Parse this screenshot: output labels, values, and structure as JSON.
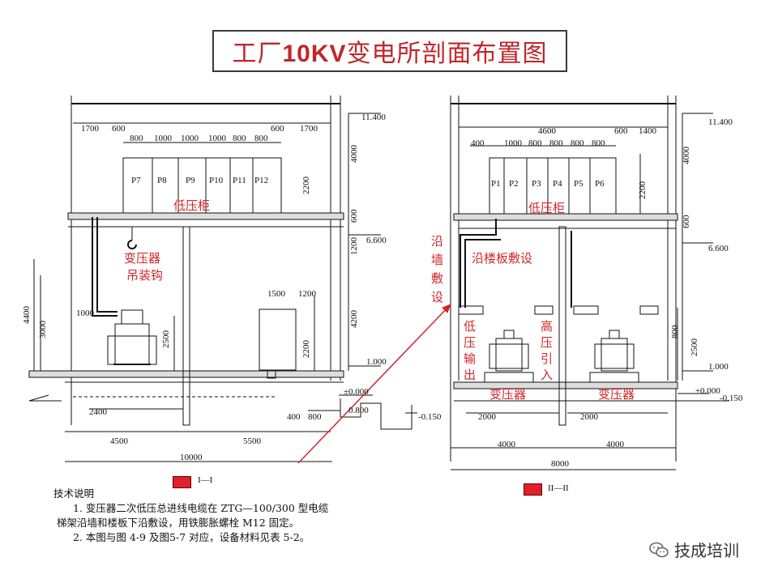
{
  "title": {
    "prefix": "工厂",
    "bold": "10KV",
    "suffix": "变电所剖面布置图"
  },
  "colors": {
    "accent_red": "#d2262a",
    "line": "#111111",
    "box_fill": "#e0202a"
  },
  "section1": {
    "label": "I—I",
    "cabinets": [
      "P7",
      "P8",
      "P9",
      "P10",
      "P11",
      "P12"
    ],
    "cabinet_label": "低压柜",
    "hook_label_1": "变压器",
    "hook_label_2": "吊装钩",
    "top_dims": [
      "1700",
      "600",
      "600",
      "1700"
    ],
    "cab_dims": [
      "800",
      "1000",
      "1000",
      "1000",
      "800",
      "800"
    ],
    "right_dims": [
      "4000",
      "600",
      "1200",
      "4200"
    ],
    "elevations": [
      "11.400",
      "6.600",
      "1.000",
      "±0.000",
      "0.800",
      "-0.150"
    ],
    "left_dims": [
      "4400",
      "3000",
      "1000",
      "2500"
    ],
    "mid_dims": [
      "1500",
      "1200",
      "2200",
      "2200"
    ],
    "bottom_small": [
      "400",
      "800",
      "2400"
    ],
    "bottom_dims": [
      "4500",
      "5500"
    ],
    "total_width": "10000"
  },
  "section2": {
    "label": "II—II",
    "cabinets": [
      "P1",
      "P2",
      "P3",
      "P4",
      "P5",
      "P6"
    ],
    "cabinet_label": "低压柜",
    "top_dims": [
      "4600",
      "600",
      "1400"
    ],
    "cab_dims": [
      "400",
      "1000",
      "800",
      "800",
      "800",
      "800"
    ],
    "right_dims": [
      "4000",
      "600",
      "800",
      "2500",
      "2200"
    ],
    "elevations": [
      "11.400",
      "6.600",
      "1.000",
      "±0.000",
      "-0.150"
    ],
    "label_wall": [
      "沿",
      "墙",
      "敷",
      "设"
    ],
    "label_floor": "沿楼板敷设",
    "label_lv_out": [
      "低",
      "压",
      "输",
      "出"
    ],
    "label_hv_in": [
      "高",
      "压",
      "引",
      "入"
    ],
    "transformer_label": "变压器",
    "bottom_small": [
      "2000",
      "2000"
    ],
    "bottom_dims": [
      "4000",
      "4000"
    ],
    "total_width": "8000"
  },
  "notes": {
    "heading": "技术说明",
    "line1": "1. 变压器二次低压总进线电缆在 ZTG—100/300 型电缆",
    "line2": "梯架沿墙和楼板下沿敷设，用铁膨胀螺栓 M12 固定。",
    "line3": "2. 本图与图 4-9 及图5-7 对应，设备材料见表 5-2。"
  },
  "watermark": {
    "text": "技成培训",
    "icon": "wechat-icon"
  }
}
